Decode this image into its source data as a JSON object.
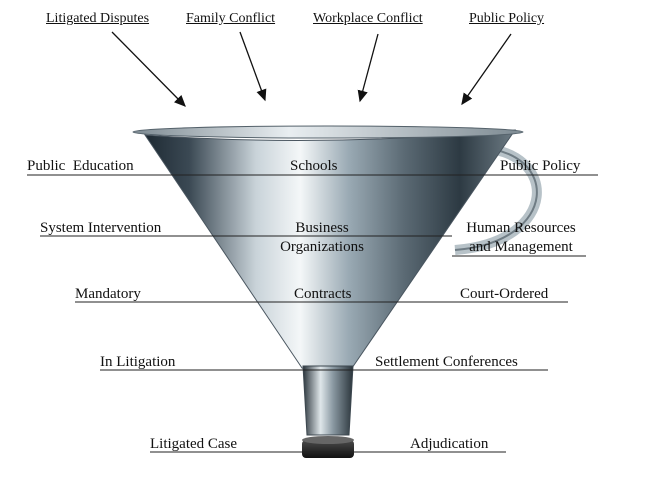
{
  "inputs": [
    "Litigated Disputes",
    "Family Conflict",
    "Workplace Conflict",
    "Public Policy"
  ],
  "rows": [
    {
      "left": "Public  Education",
      "center": "Schools",
      "right": "Public Policy"
    },
    {
      "left": "System Intervention",
      "center_lines": [
        "Business",
        "Organizations"
      ],
      "right_lines": [
        "Human Resources",
        "and Management"
      ]
    },
    {
      "left": "Mandatory",
      "center": "Contracts",
      "right": "Court-Ordered"
    },
    {
      "left": "In Litigation",
      "right": "Settlement Conferences"
    },
    {
      "left": "Litigated Case",
      "right": "Adjudication"
    }
  ]
}
